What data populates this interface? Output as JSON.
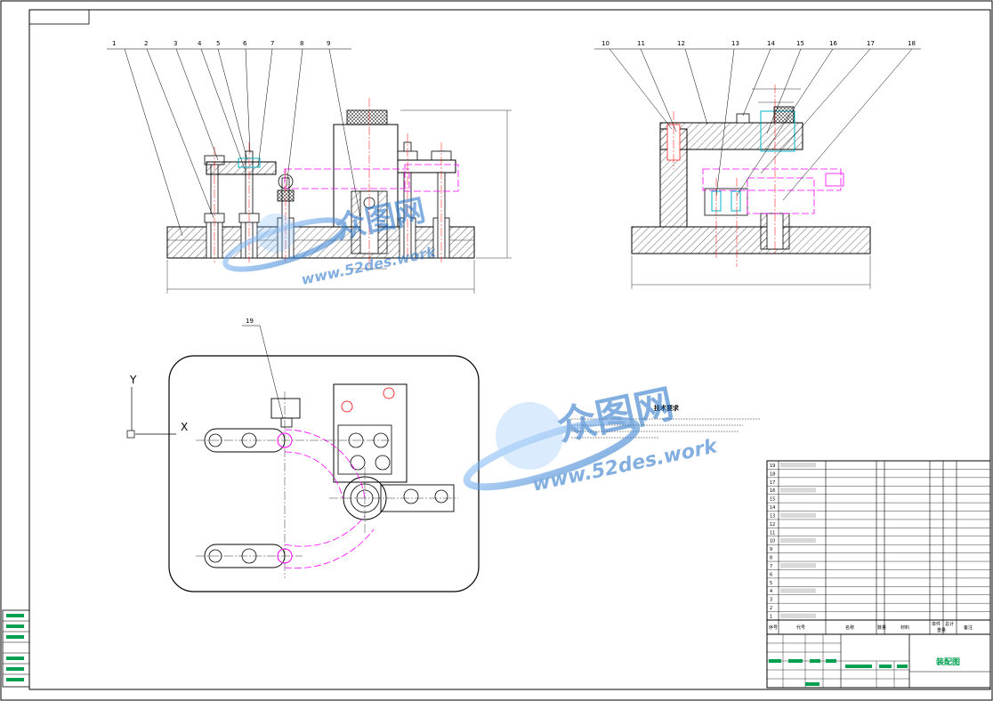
{
  "balloons": {
    "front": [
      "1",
      "2",
      "3",
      "4",
      "5",
      "6",
      "7",
      "8",
      "9"
    ],
    "side": [
      "10",
      "11",
      "12",
      "13",
      "14",
      "15",
      "16",
      "17",
      "18"
    ],
    "top": [
      "19"
    ]
  },
  "tech_requirements_title": "技术要求",
  "axes": {
    "y": "Y",
    "x": "X"
  },
  "watermark": {
    "brand": "众图网",
    "url": "www.52des.work"
  },
  "title_block": {
    "col_seq": "序号",
    "col_code": "代号",
    "col_name": "名称",
    "col_qty": "数量",
    "col_material": "材料",
    "col_single": "单件",
    "col_total": "总计",
    "col_weight": "重量",
    "col_remark": "备注",
    "drawing_name": "装配图"
  },
  "parts_rows": [
    "19",
    "18",
    "17",
    "16",
    "15",
    "14",
    "13",
    "12",
    "11",
    "10",
    "9",
    "8",
    "7",
    "6",
    "5",
    "4",
    "3",
    "2",
    "1"
  ],
  "colors": {
    "line": "#000000",
    "center": "#ff0000",
    "phantom": "#ff00ff",
    "cyan": "#00b4c8",
    "green": "#00a050",
    "wm": "#1e6fc8"
  }
}
